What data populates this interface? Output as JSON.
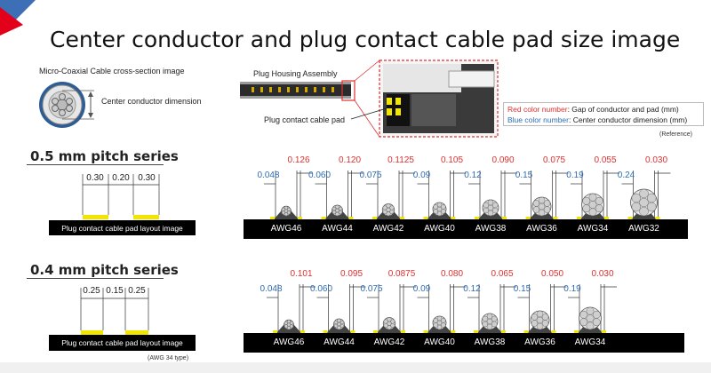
{
  "page": {
    "title": "Center conductor and plug contact cable pad size image"
  },
  "cross_section": {
    "label": "Micro-Coaxial Cable cross-section image",
    "dimension_label": "Center conductor dimension"
  },
  "assembly": {
    "housing_label": "Plug Housing Assembly",
    "pad_label": "Plug contact cable pad"
  },
  "legend": {
    "red_key": "Red color number",
    "red_text": ": Gap of conductor and pad (mm)",
    "blue_key": "Blue color number",
    "blue_text": ": Center conductor dimension (mm)",
    "reference": "(Reference)"
  },
  "series_05": {
    "title": "0.5 mm pitch series",
    "dims": [
      "0.30",
      "0.20",
      "0.30"
    ],
    "caption": "Plug contact cable pad layout image",
    "awg": [
      "AWG46",
      "AWG44",
      "AWG42",
      "AWG40",
      "AWG38",
      "AWG36",
      "AWG34",
      "AWG32"
    ],
    "gap": [
      "0.126",
      "0.120",
      "0.1125",
      "0.105",
      "0.090",
      "0.075",
      "0.055",
      "0.030"
    ],
    "conductor": [
      "0.048",
      "0.060",
      "0.075",
      "0.09",
      "0.12",
      "0.15",
      "0.19",
      "0.24"
    ]
  },
  "series_04": {
    "title": "0.4 mm pitch series",
    "dims": [
      "0.25",
      "0.15",
      "0.25"
    ],
    "caption": "Plug contact cable pad layout image",
    "note": "(AWG 34 type)",
    "awg": [
      "AWG46",
      "AWG44",
      "AWG42",
      "AWG40",
      "AWG38",
      "AWG36",
      "AWG34"
    ],
    "gap": [
      "0.101",
      "0.095",
      "0.0875",
      "0.080",
      "0.065",
      "0.050",
      "0.030"
    ],
    "conductor": [
      "0.048",
      "0.060",
      "0.075",
      "0.09",
      "0.12",
      "0.15",
      "0.19"
    ]
  },
  "colors": {
    "red": "#e03030",
    "blue": "#2f6db2",
    "pad_yellow": "#f2e600",
    "brand_red": "#e2001a",
    "brand_blue": "#3d6fb6"
  }
}
